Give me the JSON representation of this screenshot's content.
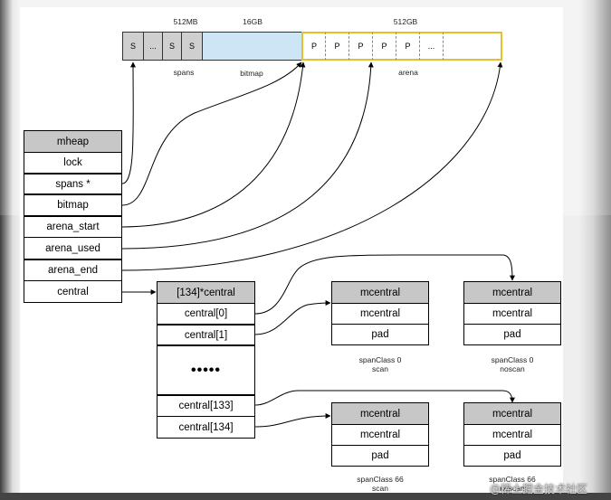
{
  "memory_bar": {
    "top_labels": {
      "spans_size": "512MB",
      "bitmap_size": "16GB",
      "arena_size": "512GB"
    },
    "span_cells": [
      "S",
      "...",
      "S",
      "S"
    ],
    "arena_cells": [
      "P",
      "P",
      "P",
      "P",
      "P",
      "...",
      ""
    ],
    "bottom_labels": {
      "spans": "spans",
      "bitmap": "bitmap",
      "arena": "arena"
    }
  },
  "mheap": {
    "title": "mheap",
    "fields": [
      "lock",
      "spans *",
      "bitmap",
      "arena_start",
      "arena_used",
      "arena_end",
      "central"
    ]
  },
  "central_array": {
    "title": "[134]*central",
    "entries": [
      "central[0]",
      "central[1]",
      "•••••",
      "central[133]",
      "central[134]"
    ]
  },
  "mcentrals": [
    {
      "title": "mcentral",
      "fields": [
        "mcentral",
        "pad"
      ],
      "caption_line1": "spanClass 0",
      "caption_line2": "scan"
    },
    {
      "title": "mcentral",
      "fields": [
        "mcentral",
        "pad"
      ],
      "caption_line1": "spanClass 0",
      "caption_line2": "noscan"
    },
    {
      "title": "mcentral",
      "fields": [
        "mcentral",
        "pad"
      ],
      "caption_line1": "spanClass 66",
      "caption_line2": "scan"
    },
    {
      "title": "mcentral",
      "fields": [
        "mcentral",
        "pad"
      ],
      "caption_line1": "spanClass 66",
      "caption_line2": "noscan"
    }
  ],
  "watermark": "@稀土掘金技术社区"
}
